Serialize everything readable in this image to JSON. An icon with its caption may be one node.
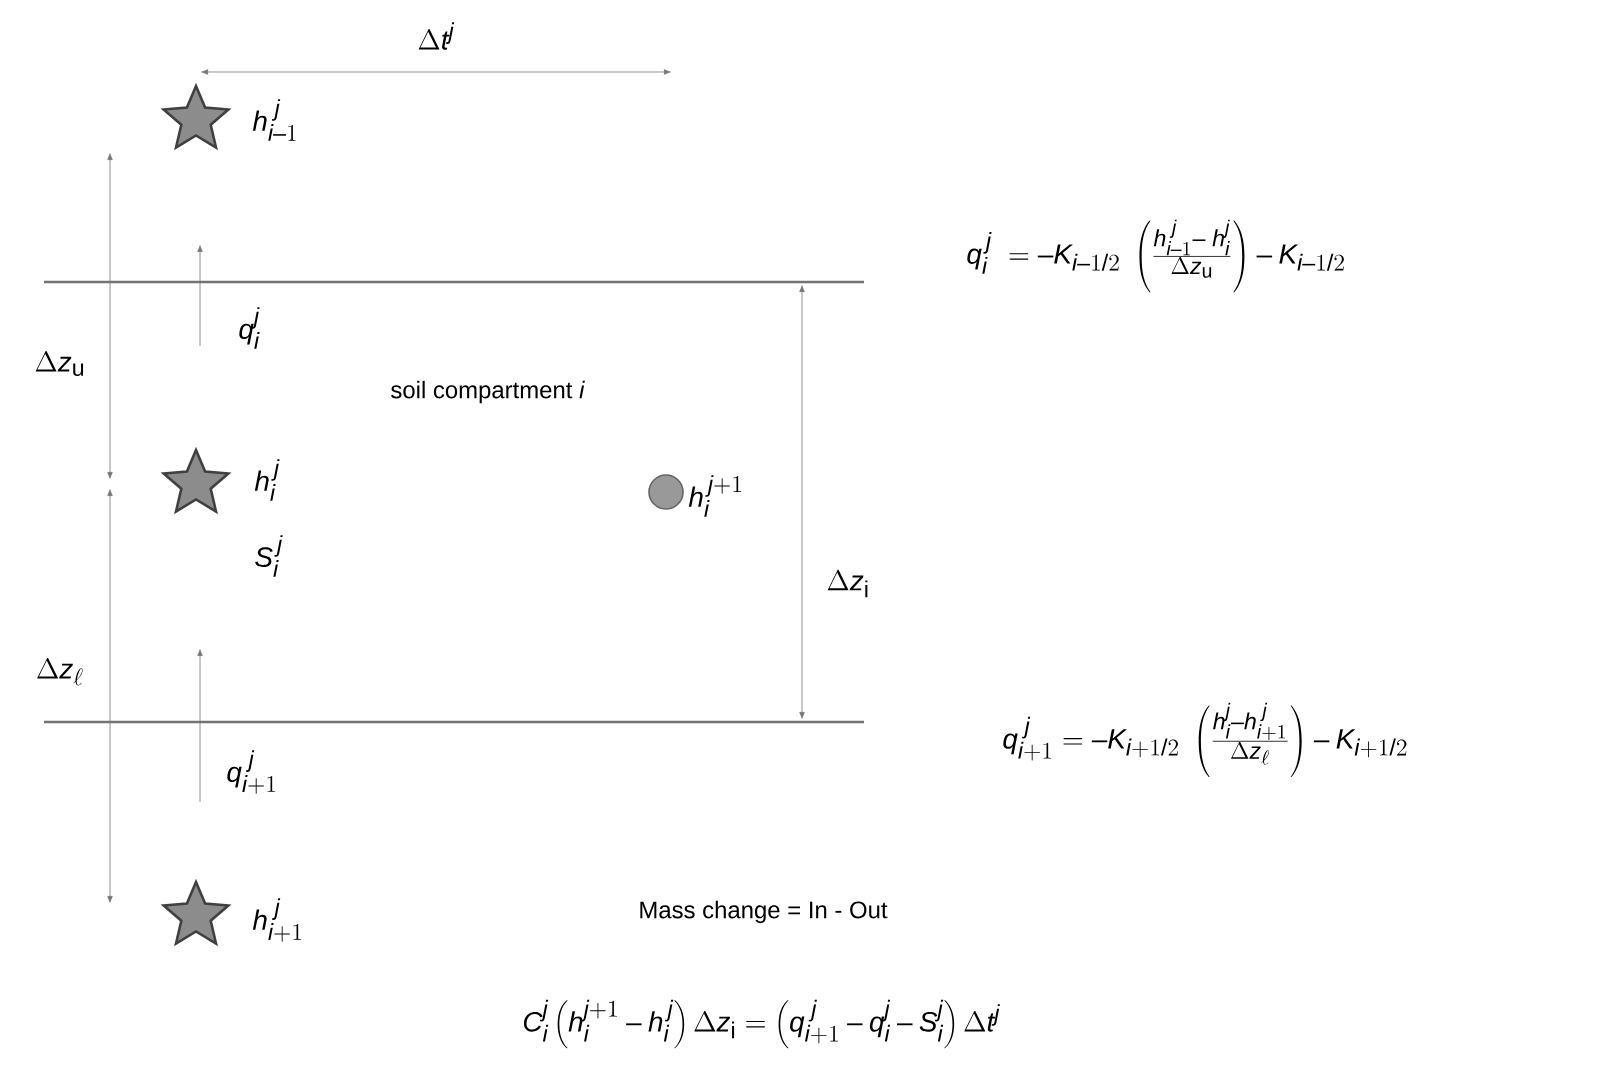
{
  "diagram": {
    "nodes": [
      {
        "text": [],
        "shape": "star",
        "beside": [
          "h_{i-1}^{\\;j}"
        ]
      },
      {
        "text": [],
        "shape": "star",
        "beside": [
          "h_i^{\\,j}",
          "S_i^{\\,j}"
        ]
      },
      {
        "text": [],
        "shape": "circle",
        "beside": [
          "h_i^{\\,j+1}"
        ]
      },
      {
        "text": [],
        "shape": "star",
        "beside": [
          "h_{i+1}^{\\;j}"
        ]
      }
    ],
    "labels": [
      "\\Delta t^{j}",
      "\\Delta z_{\\mathrm{u}}",
      "q_i^{j}",
      "soil compartment *i*",
      "q_i^{\\,j}\\;=-K_{i-1/2}\\;\\left(\\frac{h_{i-1}^{\\;j}-\\;h_i^{j}}{\\Delta z_{\\mathrm{u}}}\\right)-K_{i-1/2}",
      "\\Delta z_{\\mathrm{i}}",
      "\\Delta z_{\\ell}",
      "q_{i+1}^{\\;j}=-K_{i+1/2}\\;\\left(\\frac{h_i^{j}-h_{i+1}^{\\;j}}{\\Delta z_{\\ell}}\\right)-K_{i+1/2}",
      "q_{i+1}^{\\;j}",
      "Mass change = In - Out",
      "C_i^{j}\\left(h_i^{j+1}-h_i^{\\,j}\\right)\\Delta z_{\\mathrm{i}}=\\left(q_{i+1}^{\\;j}-q_i^{j}-S_i^{j}\\right)\\Delta t^{j}"
    ]
  }
}
